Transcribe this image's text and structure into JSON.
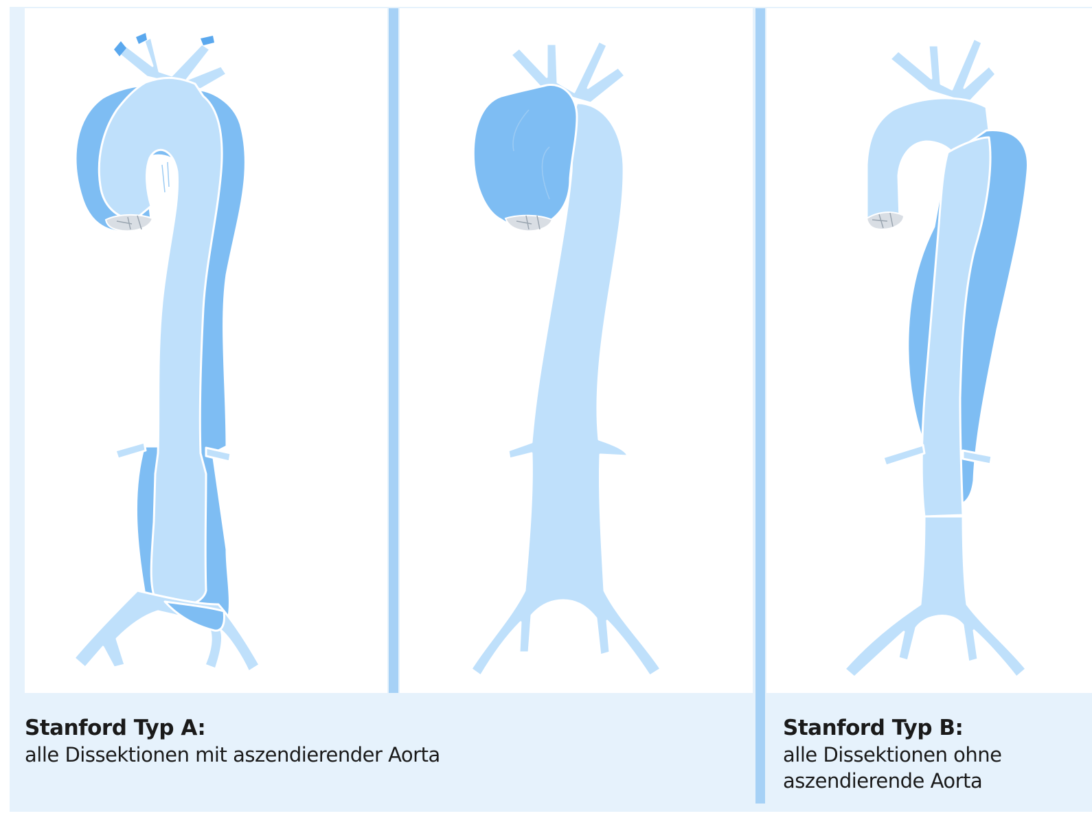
{
  "figure": {
    "colors": {
      "background": "#e6f2fc",
      "panel": "#ffffff",
      "separator": "#a6d1f6",
      "vessel_fill": "#bfe0fb",
      "dissection_fill": "#7ebdf3",
      "outline": "#ffffff",
      "valve": "#d7dde3"
    },
    "panels": [
      {
        "id": "type-a",
        "caption_title": "Stanford Typ A:",
        "caption_text": "alle Dissektionen mit aszendierender Aorta"
      },
      {
        "id": "type-a-variant",
        "caption_title": "",
        "caption_text": ""
      },
      {
        "id": "type-b",
        "caption_title": "Stanford Typ B:",
        "caption_text_line1": "alle Dissektionen ohne",
        "caption_text_line2": "aszendierende Aorta"
      }
    ]
  }
}
